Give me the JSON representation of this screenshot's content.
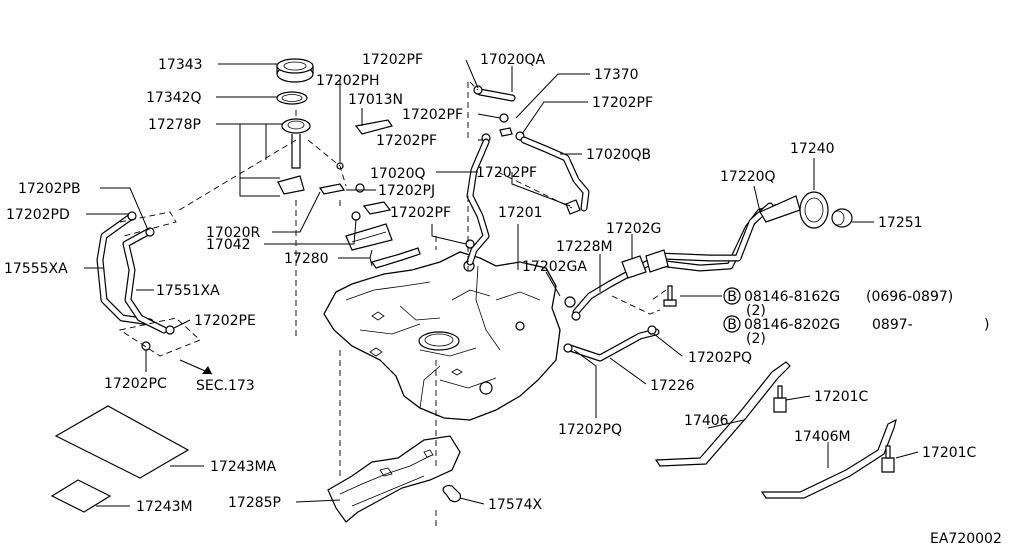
{
  "labels": {
    "p17343": "17343",
    "p17342Q": "17342Q",
    "p17278P": "17278P",
    "p17202PB": "17202PB",
    "p17202PD": "17202PD",
    "p17555XA": "17555XA",
    "p17551XA": "17551XA",
    "p17202PE": "17202PE",
    "p17202PC": "17202PC",
    "sec173": "SEC.173",
    "p17243MA": "17243MA",
    "p17243M": "17243M",
    "p17202PH": "17202PH",
    "p17013N": "17013N",
    "p17202PF_a": "17202PF",
    "p17020QA": "17020QA",
    "p17370": "17370",
    "p17202PF_b": "17202PF",
    "p17202PF_c": "17202PF",
    "p17202PF_d": "17202PF",
    "p17020QB": "17020QB",
    "p17020Q": "17020Q",
    "p17202PF_e": "17202PF",
    "p17202PJ": "17202PJ",
    "p17020R": "17020R",
    "p17042": "17042",
    "p17202PF_f": "17202PF",
    "p17201": "17201",
    "p17280": "17280",
    "p17240": "17240",
    "p17220Q": "17220Q",
    "p17251": "17251",
    "p17202G": "17202G",
    "p17228M": "17228M",
    "p17202GA": "17202GA",
    "bolt1_code": "08146-8162G",
    "bolt1_range": "(0696-0897)",
    "bolt1_qty": "(2)",
    "bolt2_code": "08146-8202G",
    "bolt2_range": "0897-",
    "bolt2_close": ")",
    "bolt2_qty": "(2)",
    "b_mark": "B",
    "p17202PQ_a": "17202PQ",
    "p17226": "17226",
    "p17202PQ_b": "17202PQ",
    "p17406": "17406",
    "p17201C_a": "17201C",
    "p17406M": "17406M",
    "p17201C_b": "17201C",
    "p17285P": "17285P",
    "p17574X": "17574X",
    "code": "EA720002"
  }
}
